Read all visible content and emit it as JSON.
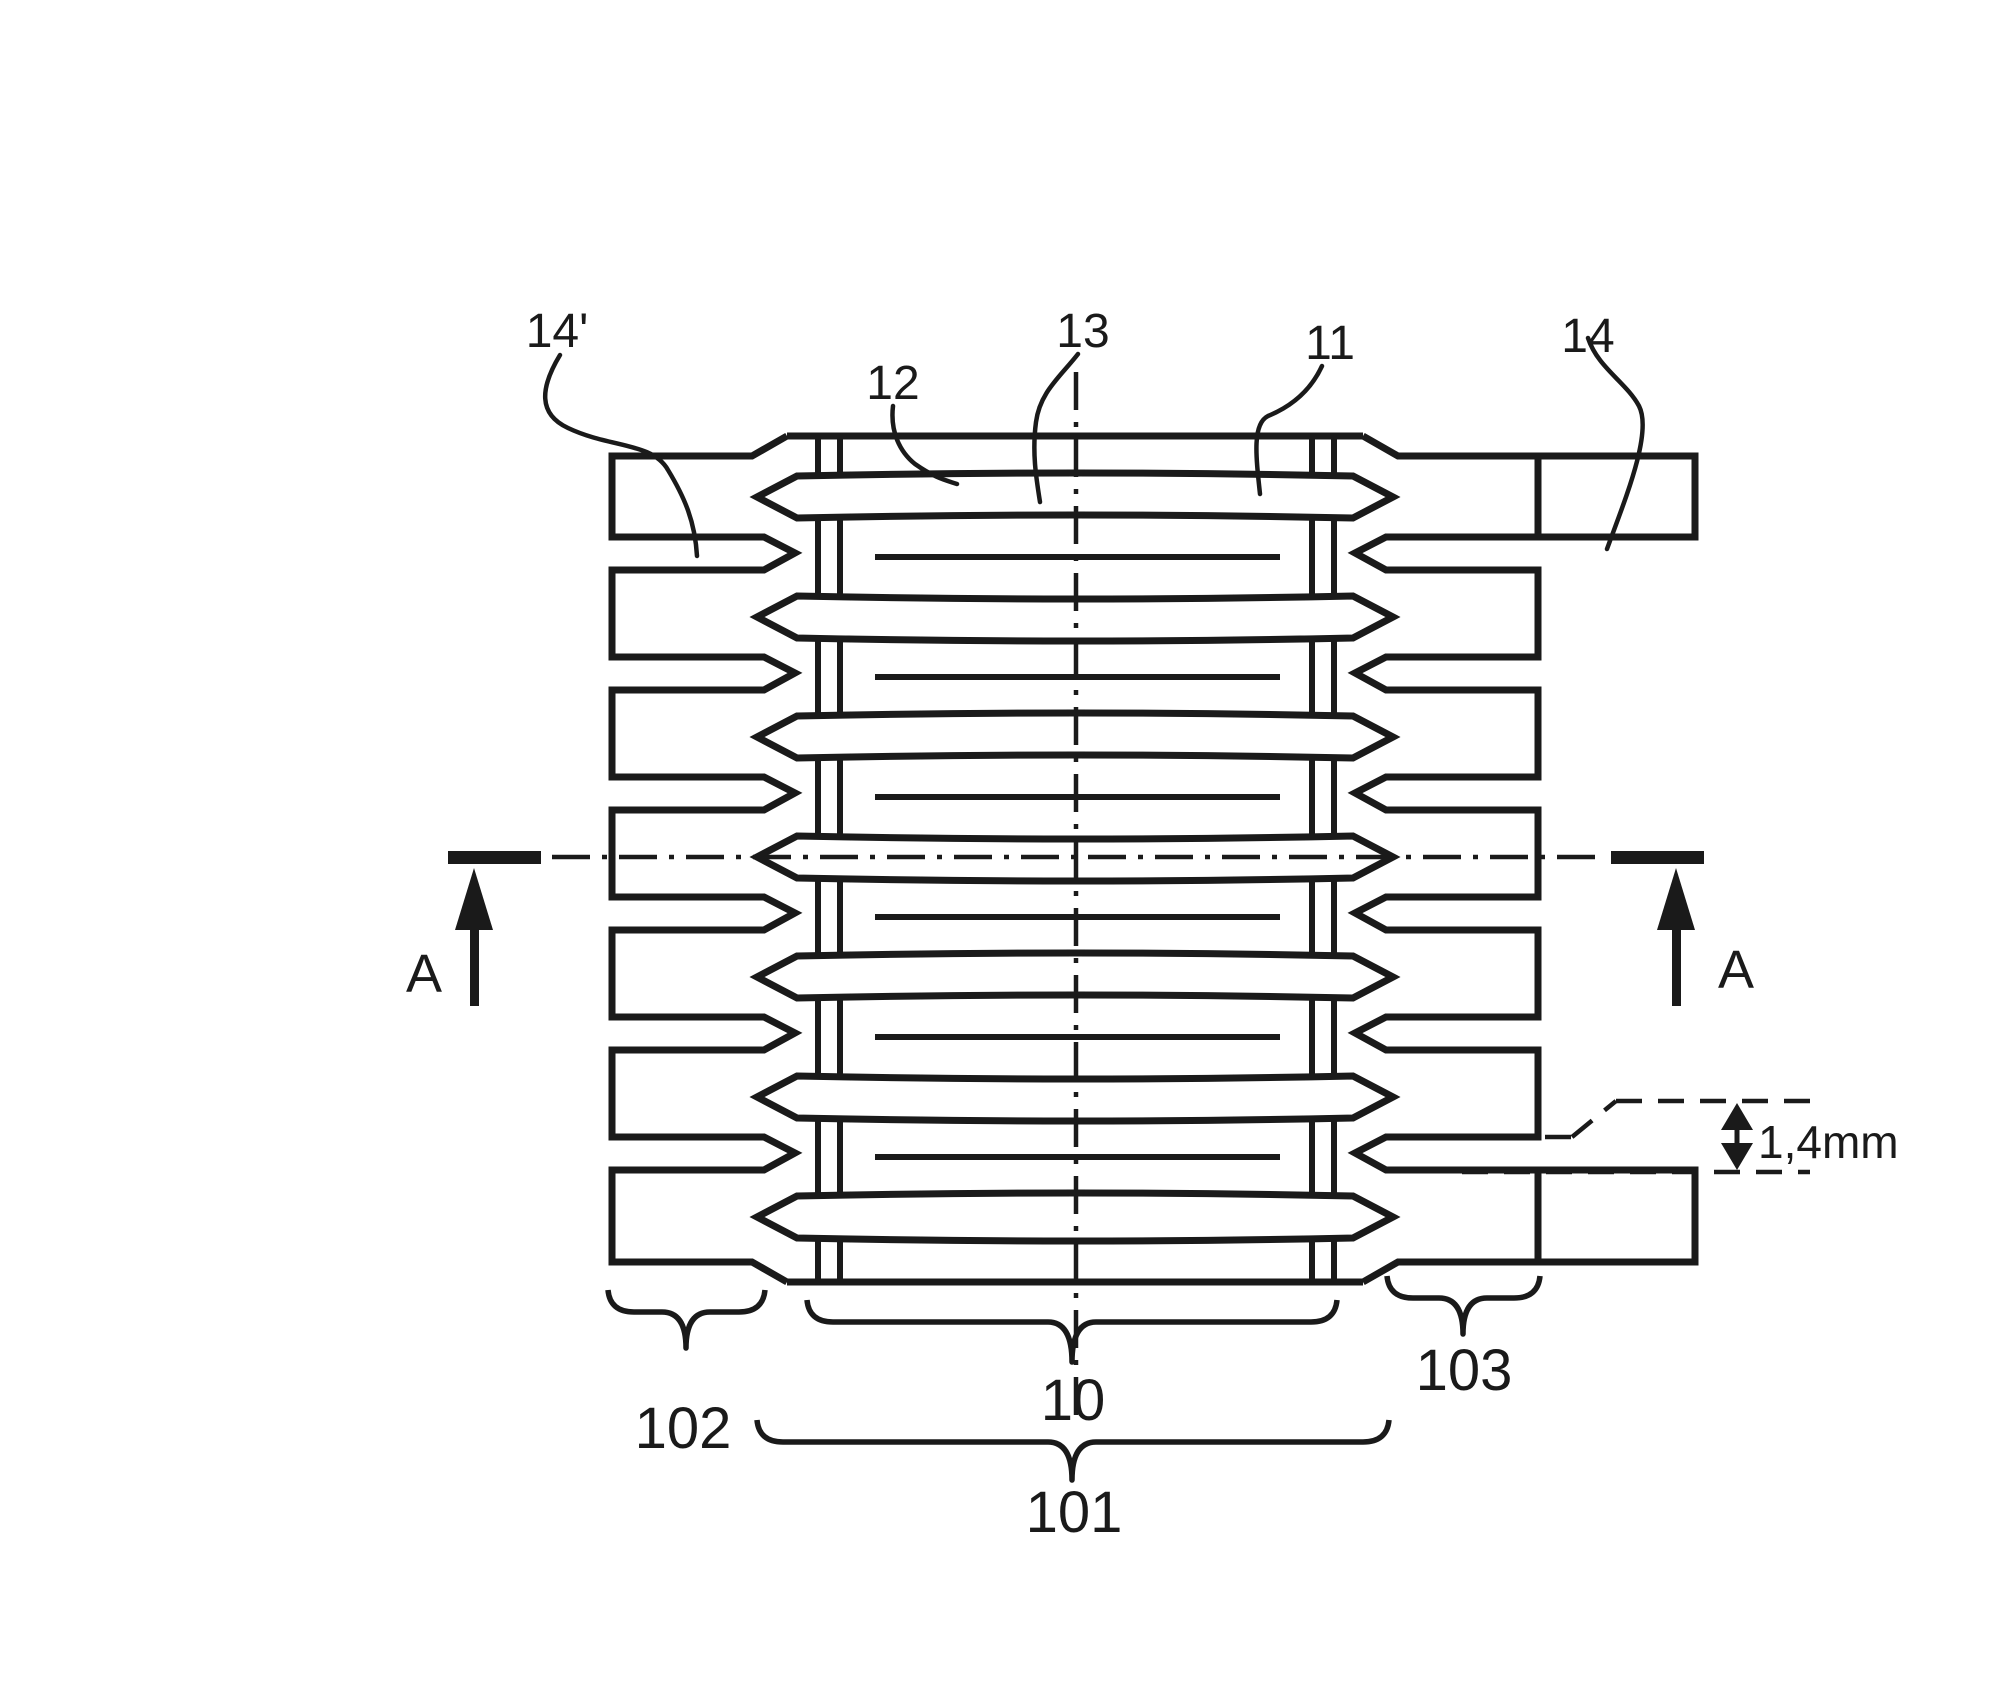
{
  "figure": {
    "type": "patent-technical-drawing",
    "description": "Interdigitated comb and blade assembly, plan view with section A-A indication",
    "colors": {
      "line": "#1a1a1a",
      "background": "#ffffff"
    },
    "labels": {
      "ref_14_prime": "14'",
      "ref_12": "12",
      "ref_13": "13",
      "ref_11": "11",
      "ref_14": "14",
      "section_left": "A",
      "section_right": "A",
      "ref_102": "102",
      "ref_10": "10",
      "ref_103": "103",
      "ref_101": "101",
      "dimension": "1,4mm"
    }
  }
}
